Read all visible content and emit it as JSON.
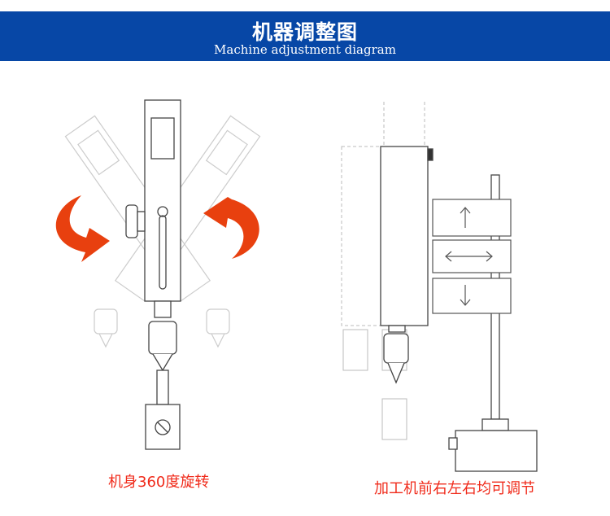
{
  "header": {
    "title": "机器调整图",
    "subtitle": "Machine adjustment diagram"
  },
  "captions": {
    "left": "机身360度旋转",
    "right": "加工机前右左右均可调节"
  },
  "colors": {
    "band": "#0747a6",
    "caption": "#f02a1a",
    "arrow": "#e8400f"
  }
}
